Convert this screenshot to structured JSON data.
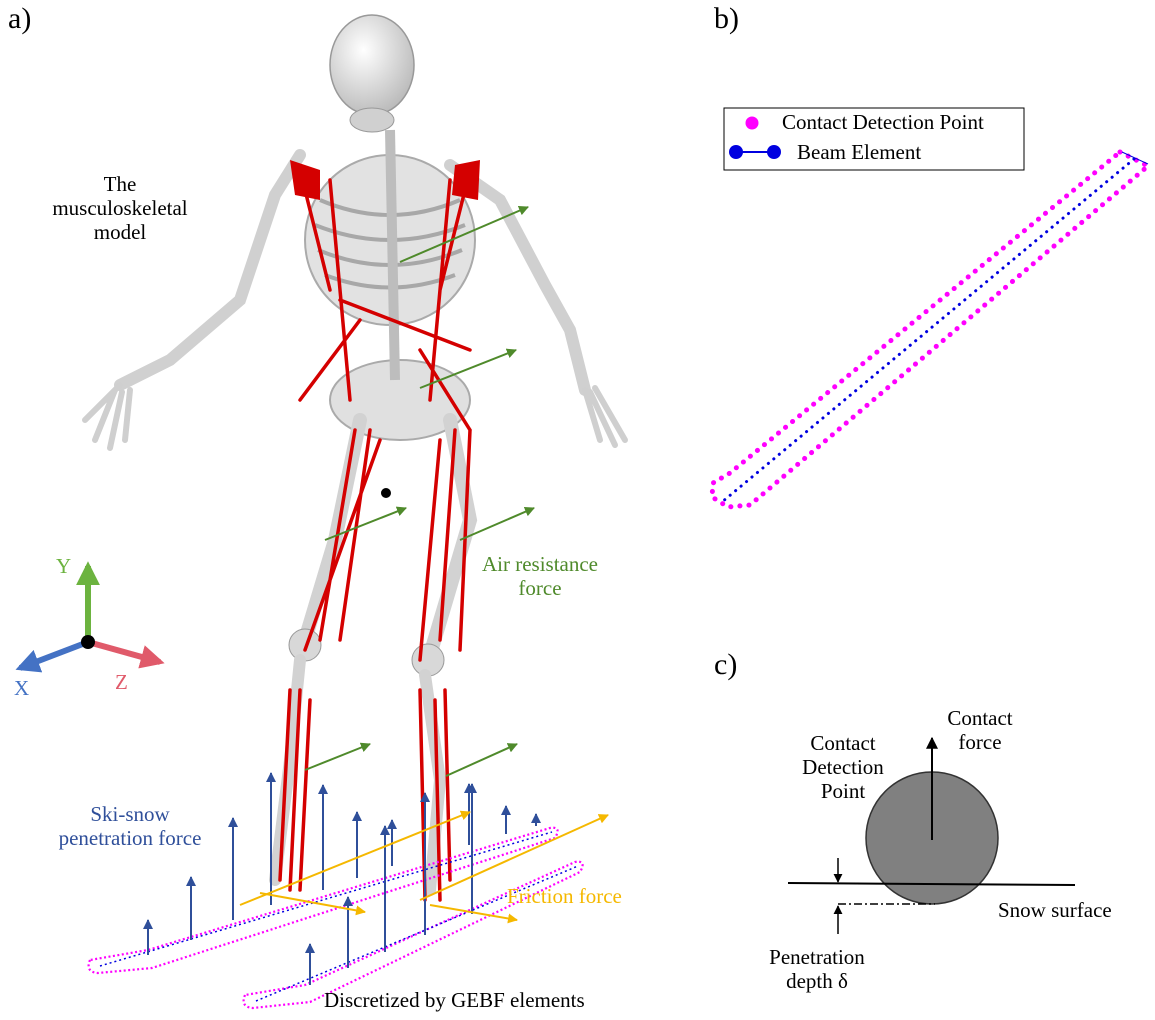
{
  "panels": {
    "a": "a)",
    "b": "b)",
    "c": "c)"
  },
  "colors": {
    "muscle": "#d40000",
    "bone": "#d8d8d8",
    "air_arrow": "#4f8a2b",
    "penetration_arrow": "#2f4f9a",
    "friction_arrow": "#f5b800",
    "contact_point": "#ff00ff",
    "beam": "#0000e0",
    "axis_y": "#6cb33f",
    "axis_x": "#4472c4",
    "axis_z": "#e05a6a"
  },
  "panel_a": {
    "model_label": [
      "The",
      "musculoskeletal",
      "model"
    ],
    "air_label": [
      "Air resistance",
      "force"
    ],
    "penetration_label": [
      "Ski-snow",
      "penetration force"
    ],
    "friction_label": "Friction force",
    "gebf_label": "Discretized by GEBF elements",
    "axes": {
      "y": "Y",
      "x": "X",
      "z": "Z"
    }
  },
  "panel_b": {
    "legend": {
      "contact": "Contact Detection Point",
      "beam": "Beam Element"
    }
  },
  "panel_c": {
    "contact_force": [
      "Contact",
      "force"
    ],
    "contact_point": [
      "Contact",
      "Detection",
      "Point"
    ],
    "snow_surface": "Snow surface",
    "penetration": [
      "Penetration",
      "depth δ"
    ]
  }
}
